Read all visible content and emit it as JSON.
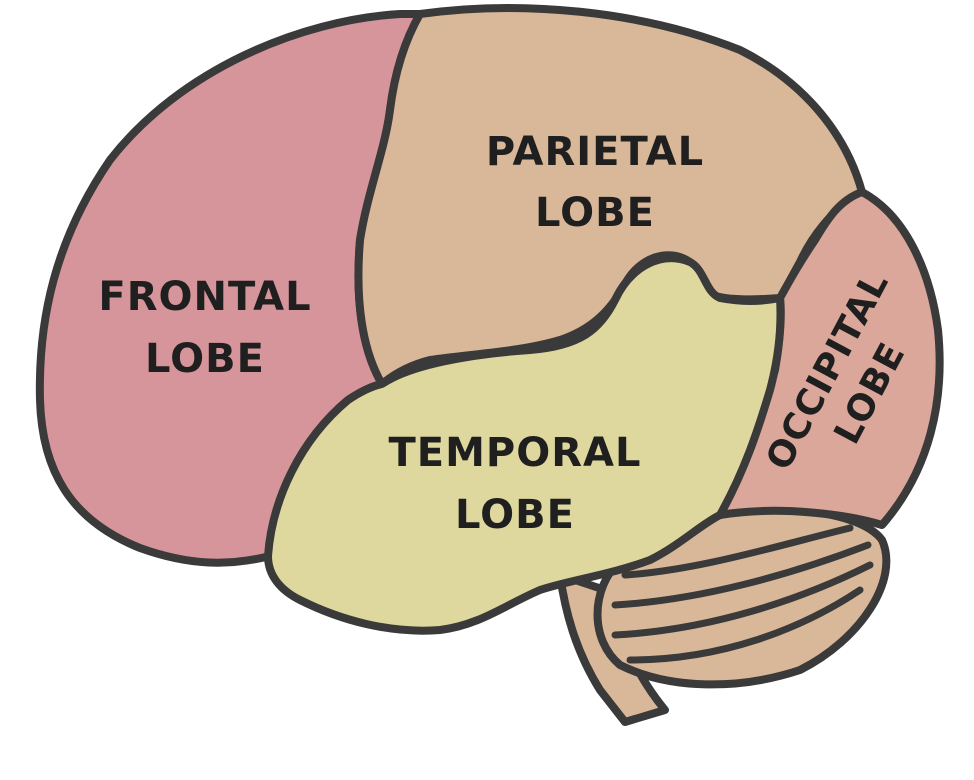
{
  "lobes": {
    "frontal": {
      "line1": "FRONTAL",
      "line2": "LOBE",
      "color": "#d6959b"
    },
    "parietal": {
      "line1": "PARIETAL",
      "line2": "LOBE",
      "color": "#d9b89a"
    },
    "temporal": {
      "line1": "TEMPORAL",
      "line2": "LOBE",
      "color": "#ded89e"
    },
    "occipital": {
      "line1": "OCCIPITAL",
      "line2": "LOBE",
      "color": "#daa79a"
    }
  },
  "cerebellum_color": "#d9b89a",
  "brainstem_color": "#d9b89a",
  "outline_color": "#3a3a3a"
}
